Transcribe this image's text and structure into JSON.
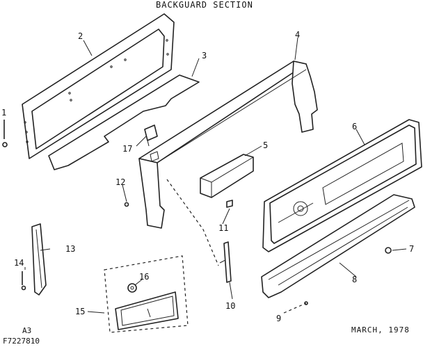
{
  "title": "BACKGUARD SECTION",
  "date": "MARCH, 1978",
  "code_line1": "A3",
  "code_line2": "F7227810",
  "callouts": {
    "c1": "1",
    "c2": "2",
    "c3": "3",
    "c4": "4",
    "c5": "5",
    "c6": "6",
    "c7": "7",
    "c8": "8",
    "c9": "9",
    "c10": "10",
    "c11": "11",
    "c12": "12",
    "c13": "13",
    "c14": "14",
    "c15": "15",
    "c16": "16",
    "c17": "17"
  }
}
